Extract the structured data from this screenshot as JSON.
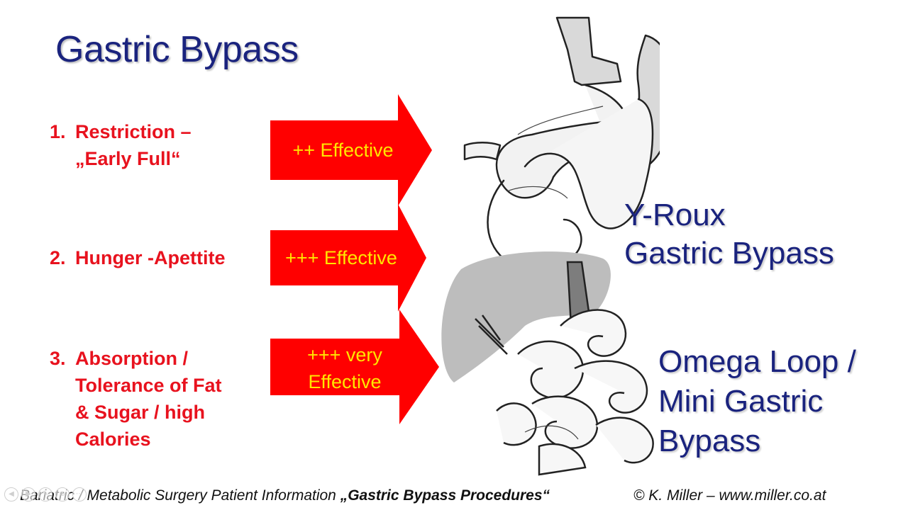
{
  "slide": {
    "title": "Gastric Bypass",
    "items": [
      {
        "num": "1.",
        "lines": [
          "Restriction –",
          "„Early Full“"
        ]
      },
      {
        "num": "2.",
        "lines": [
          "Hunger -Apettite"
        ]
      },
      {
        "num": "3.",
        "lines": [
          "Absorption /",
          "Tolerance of Fat",
          "& Sugar / high",
          "Calories"
        ]
      }
    ],
    "arrows": [
      {
        "lines": [
          "++ Effective"
        ]
      },
      {
        "lines": [
          "+++ Effective"
        ]
      },
      {
        "lines": [
          "+++ very",
          "Effective"
        ]
      }
    ],
    "procedures": [
      {
        "lines": [
          "Y-Roux",
          "Gastric Bypass"
        ]
      },
      {
        "lines": [
          "Omega Loop /",
          "Mini Gastric",
          "Bypass"
        ]
      }
    ],
    "footer": {
      "left_prefix": "Bariatric / Metabolic Surgery Patient Information  ",
      "left_bold": "„Gastric Bypass Procedures“",
      "right": "© K. Miller – www.miller.co.at"
    }
  },
  "colors": {
    "title": "#1a237e",
    "item_text": "#e8121e",
    "arrow_fill": "#ff0000",
    "arrow_text": "#ffe600"
  },
  "icons": [
    "slide-back-icon",
    "slide-forward-icon",
    "zoom-icon",
    "presenter-menu-icon",
    "pen-icon"
  ]
}
